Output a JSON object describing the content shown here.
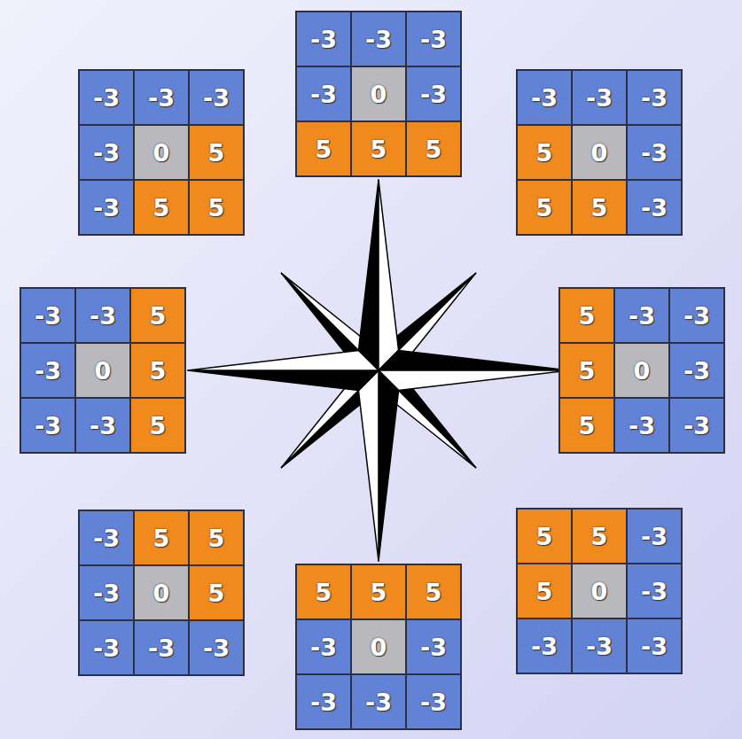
{
  "diagram": {
    "labels": [
      "-3",
      "-3",
      "-3",
      "-3",
      "0",
      "-3",
      "5",
      "5",
      "5",
      "-3",
      "-3",
      "-3",
      "-3",
      "0",
      "5",
      "-3",
      "5",
      "5",
      "-3",
      "-3",
      "-3",
      "5",
      "0",
      "-3",
      "5",
      "5",
      "-3",
      "-3",
      "-3",
      "5",
      "-3",
      "0",
      "5",
      "-3",
      "-3",
      "5",
      "5",
      "-3",
      "-3",
      "5",
      "0",
      "-3",
      "5",
      "-3",
      "-3",
      "-3",
      "5",
      "5",
      "-3",
      "0",
      "5",
      "-3",
      "-3",
      "-3",
      "5",
      "5",
      "-3",
      "5",
      "0",
      "-3",
      "-3",
      "-3",
      "-3",
      "5",
      "5",
      "5",
      "-3",
      "0",
      "-3",
      "-3",
      "-3",
      "-3"
    ]
  }
}
